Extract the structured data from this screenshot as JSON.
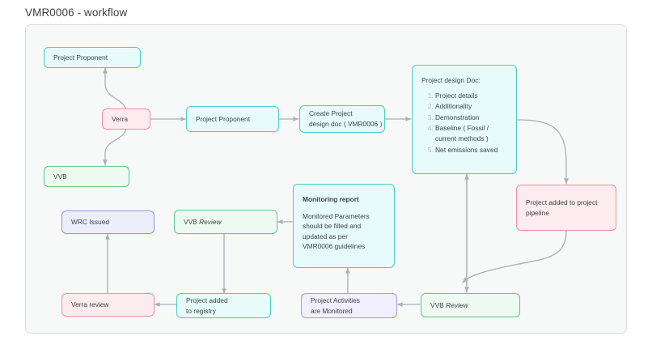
{
  "page": {
    "title": "VMR0006 - workflow"
  },
  "palette": {
    "teal_border": "#4ecdc9",
    "teal_fill": "#e6fbfa",
    "green_border": "#5fc98a",
    "green_fill": "#eefaf1",
    "red_border": "#ef8fa0",
    "red_fill": "#fdecef",
    "purple_border": "#a99aee",
    "purple_fill": "#f1eefd",
    "indigo_border": "#8d97e8",
    "indigo_fill": "#eceef",
    "canvas_bg": "#f7f8f8",
    "canvas_border": "#d9dbdd",
    "edge": "#aab0b3",
    "text": "#3f4447"
  },
  "nodes": {
    "project_proponent_top": {
      "label": "Project Proponent"
    },
    "verra": {
      "label": "Verra"
    },
    "vvb": {
      "label": "VVB"
    },
    "project_proponent_mid": {
      "label": "Project Proponent"
    },
    "create_project_design_doc": {
      "line1": "Create Project",
      "line2": "design doc ( VMR0006 )"
    },
    "project_design_doc": {
      "heading": "Project design Doc:",
      "items": [
        "Project details",
        "Additionality",
        "Demonstration",
        "Baseline ( Fossil / current methods )",
        "Net emissions saved"
      ]
    },
    "project_added_to_pipeline": {
      "line1": "Project added to project",
      "line2": "pipeline"
    },
    "monitoring_report": {
      "title": "Monitoring report",
      "line1": "Monitored Parameters",
      "line2": "should be filled and",
      "line3": "updated as per",
      "line4": "VMR0006 guidelines"
    },
    "vvb_review_mid": {
      "label_plain": "VVB ",
      "label_italic": "Review"
    },
    "vvb_review_bottom": {
      "label_plain": "VVB ",
      "label_italic": "Review"
    },
    "wrc_issued": {
      "label": "WRC Issued"
    },
    "verra_review": {
      "label": "Verra review"
    },
    "project_added_to_registry": {
      "line1": "Project added",
      "line2": "to registry"
    },
    "project_activities_monitored": {
      "line1": "Project Activities",
      "line2": "are Monitored"
    }
  }
}
